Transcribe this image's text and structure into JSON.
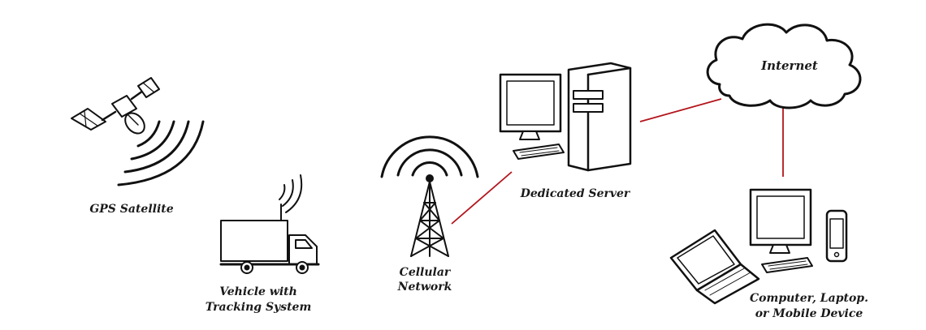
{
  "nodes": {
    "gps_satellite": {
      "label": "GPS Satellite"
    },
    "vehicle": {
      "label_line1": "Vehicle with",
      "label_line2": "Tracking System"
    },
    "cellular_network": {
      "label_line1": "Cellular",
      "label_line2": "Network"
    },
    "dedicated_server": {
      "label": "Dedicated Server"
    },
    "internet": {
      "label": "Internet"
    },
    "client_devices": {
      "label_line1": "Computer, Laptop.",
      "label_line2": "or Mobile Device"
    }
  },
  "connections": [
    {
      "from": "Cellular Network",
      "to": "Dedicated Server"
    },
    {
      "from": "Dedicated Server",
      "to": "Internet"
    },
    {
      "from": "Internet",
      "to": "Computer, Laptop. or Mobile Device"
    }
  ],
  "colors": {
    "ink": "#111111",
    "link": "#b3151c",
    "background": "#ffffff"
  },
  "icons": [
    "satellite-icon",
    "signal-waves-icon",
    "truck-icon",
    "cell-tower-icon",
    "desktop-monitor-icon",
    "server-tower-icon",
    "keyboard-icon",
    "cloud-icon",
    "laptop-icon",
    "mobile-phone-icon"
  ]
}
